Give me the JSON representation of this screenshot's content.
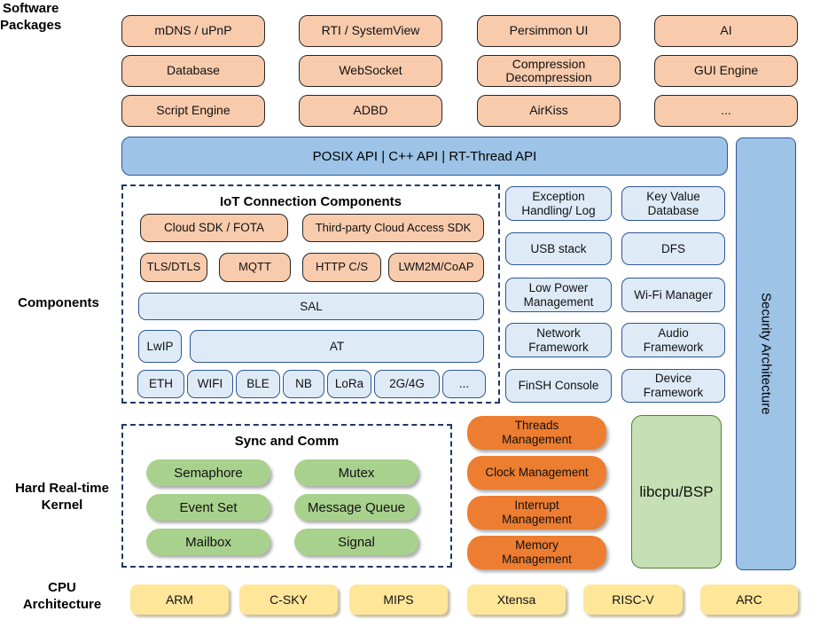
{
  "labels": {
    "software_packages": "Software\nPackages",
    "components": "Components",
    "kernel": "Hard Real-time\nKernel",
    "cpu": "CPU\nArchitecture"
  },
  "software_packages": {
    "items": [
      "mDNS / uPnP",
      "RTI / SystemView",
      "Persimmon UI",
      "AI",
      "Database",
      "WebSocket",
      "Compression\nDecompression",
      "GUI Engine",
      "Script Engine",
      "ADBD",
      "AirKiss",
      "..."
    ]
  },
  "api_bar": {
    "label": "POSIX API | C++ API | RT-Thread API"
  },
  "security_bar": {
    "label": "Security Architecture"
  },
  "iot": {
    "title": "IoT Connection Components",
    "row1": [
      "Cloud SDK / FOTA",
      "Third-party Cloud Access SDK"
    ],
    "row2": [
      "TLS/DTLS",
      "MQTT",
      "HTTP C/S",
      "LWM2M/CoAP"
    ],
    "sal": "SAL",
    "lwip": "LwIP",
    "at": "AT",
    "links": [
      "ETH",
      "WIFI",
      "BLE",
      "NB",
      "LoRa",
      "2G/4G",
      "..."
    ]
  },
  "component_boxes": [
    "Exception\nHandling/ Log",
    "Key Value\nDatabase",
    "USB stack",
    "DFS",
    "Low Power\nManagement",
    "Wi-Fi Manager",
    "Network\nFramework",
    "Audio\nFramework",
    "FinSH Console",
    "Device\nFramework"
  ],
  "kernel": {
    "sync_title": "Sync and Comm",
    "sync_items": [
      "Semaphore",
      "Mutex",
      "Event Set",
      "Message Queue",
      "Mailbox",
      "Signal"
    ],
    "management": [
      "Threads\nManagement",
      "Clock Management",
      "Interrupt\nManagement",
      "Memory\nManagement"
    ],
    "libcpu": "libcpu/BSP"
  },
  "cpu": {
    "items": [
      "ARM",
      "C-SKY",
      "MIPS",
      "Xtensa",
      "RISC-V",
      "ARC"
    ]
  },
  "colors": {
    "package_fill": "#F8CBAD",
    "api_fill": "#9DC3E6",
    "api_border": "#2F5597",
    "component_fill": "#DEEBF7",
    "component_border": "#2F5597",
    "green_fill": "#A9D18E",
    "mgmt_fill": "#ED7D31",
    "libcpu_fill": "#C5E0B4",
    "libcpu_border": "#538135",
    "cpu_fill": "#FFE699",
    "dashed_border": "#1F3864"
  }
}
